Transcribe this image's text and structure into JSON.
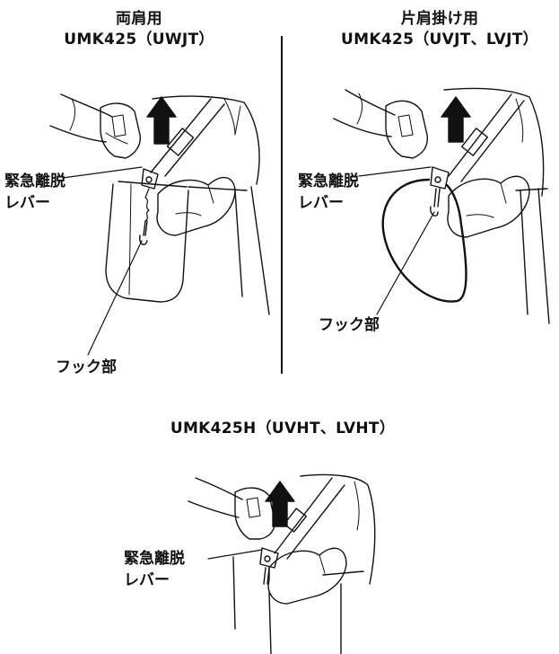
{
  "left_panel": {
    "heading": "両肩用",
    "model": "UMK425（UWJT）",
    "lever_label_line1": "緊急離脱",
    "lever_label_line2": "レバー",
    "hook_label": "フック部"
  },
  "right_panel": {
    "heading": "片肩掛け用",
    "model": "UMK425（UVJT、LVJT）",
    "lever_label_line1": "緊急離脱",
    "lever_label_line2": "レバー",
    "hook_label": "フック部"
  },
  "bottom_panel": {
    "model": "UMK425H（UVHT、LVHT）",
    "lever_label_line1": "緊急離脱",
    "lever_label_line2": "レバー"
  },
  "colors": {
    "line": "#111111",
    "background": "#ffffff"
  }
}
